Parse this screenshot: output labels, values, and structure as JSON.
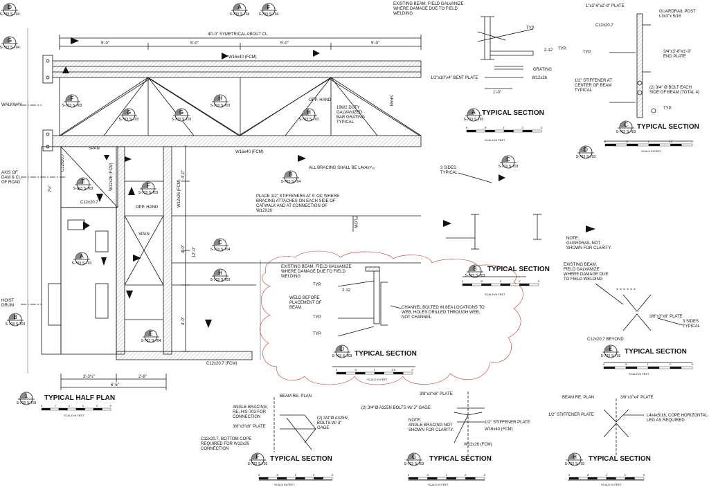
{
  "sheet": {
    "plan_title": "TYPICAL HALF PLAN",
    "scale_label": "SCALE IN FEET",
    "sheet_refs": {
      "s703": "S-703",
      "s704": "S-704"
    }
  },
  "plan": {
    "overall_dim": "40'-0\" SYMETRICAL ABOUT CL.",
    "bay_dims": [
      "5'-0\"",
      "5'-0\"",
      "5'-0\"",
      "5'-0\""
    ],
    "top_beam": "W16x40 (FCM)",
    "bottom_beam": "W16x40 (FCM)",
    "walkway": "WALKWAY",
    "axis": "AXIS OF\nDAM & CL.\nOF ROAD",
    "hoist": "HOIST\nDRUM",
    "grating_note": "19W2 DUTY\nGALVANIZED\nBAR GRATING\nTYPICAL",
    "opp_hand_1": "OPP. HAND",
    "opp_hand_2": "OPP. HAND",
    "span_1": "SPAN",
    "span_2": "SPAN",
    "span_3": "SPAN",
    "bracing_note": "ALL BRACING SHALL BE L4x4x⁵⁄₁₆",
    "stiffener_note": "PLACE 1/2\" STIFFENERS AT 5' OC WHERE\nBRACING ATTACHES ON EACH SIDE OF\nCATWALK AND AT CONNECTION OF\nW12X26",
    "c12_top": "C12x20.7",
    "c12_mid": "C12x20.7",
    "c12_bot": "C12x20.7 (FCM)",
    "w12_left": "W12x26 (FCM)",
    "w12_right": "W12x26 (FCM)",
    "dim_4ft_a": "4'-0\"",
    "dim_4ft_b": "4'-0\"",
    "dim_4ft_c": "4'-0\"",
    "dim_12ft": "12'-0\"",
    "dim_bot_a": "3'-3½\"",
    "dim_bot_b": "2'-8\"",
    "dim_bot_total": "6'-6\"",
    "dim_left": "7½\"",
    "flow": "FLOW"
  },
  "section_a": {
    "title": "TYPICAL SECTION",
    "letter": "A",
    "existing": "EXISTING BEAM, FIELD GALVANIZE\nWHERE DAMAGE DUE TO FIELD\nWELDING",
    "typ": "TYP.",
    "typ2": "TYP.",
    "weld": "2-12",
    "bent_plate": "1/2\"x10\"x4\" BENT PLATE",
    "grating": "GRATING",
    "beam": "W12x26",
    "dim": "1'-0\""
  },
  "section_b": {
    "title": "TYPICAL SECTION",
    "letter": "B",
    "existing": "EXISTING BEAM, FIELD GALVANIZE\nWHERE DAMAGE DUE TO FIELD\nWELDING",
    "weld_before": "WELD BEFORE\nPLACEMENT OF\nBEAM.",
    "channel": "CHANNEL BOLTED IN 8EA LOCATIONS TO\nWEB, HOLES DRILLED THROUGH WEB,\nNOT CHANNEL.",
    "typ": "TYP.",
    "typ2": "TYP.",
    "typ3": "TYP.",
    "weld": "2-12"
  },
  "section_c": {
    "title": "TYPICAL SECTION",
    "letter": "C",
    "plate": "1\"x3'-6\"x2'-8\" PLATE",
    "post": "GUARDRAIL POST\nL3x3\"x 5/16",
    "channel": "C12x20.7",
    "end_plate": "3/4\"x3'-6\"x1'-3\"\nEND PLATE",
    "stiffener": "1/2\" STIFFENER AT\nCENTER OF BEAM\nTYPICAL",
    "bolts": "(2) 3/4\" Ø BOLT EACH\nSIDE OF BEAM (TOTAL 4)",
    "typ": "TYP.",
    "typ2": "TYP."
  },
  "section_d": {
    "title": "TYPICAL SECTION",
    "letter": "D",
    "three_sides": "3 SIDES\nTYPICAL",
    "note": "NOTE:\nGUARDRAIL NOT\nSHOWN FOR CLARITY."
  },
  "section_e": {
    "title": "TYPICAL SECTION",
    "letter": "E",
    "existing": "EXISTING BEAM,\nFIELD GALVANIZE\nWHERE DAMAGE DUE\nTO FIELD WELDING",
    "plate": "3/8\"x3\"x6\" PLATE",
    "three_sides": "3 SIDES\nTYPICAL",
    "beyond": "C12x20.7 BEYOND"
  },
  "section_f": {
    "title": "TYPICAL SECTION",
    "letter": "F",
    "beam_re": "BEAM RE; PLAN",
    "angle": "ANGLE BRACING,\nRE; H/S-703 FOR\nCONNECTION",
    "plate": "3/8\"x3\"x6\" PLATE",
    "bolts": "(2) 3/4\"Ø A325N\nBOLTS W/ 3\"\nGAGE",
    "cope": "C12x20.7, BOTTOM COPE\nREQUIRED FOR W12x26\nCONNECTION"
  },
  "section_g": {
    "title": "TYPICAL SECTION",
    "letter": "G",
    "plate": "3/8\"x3\"x6\" PLATE",
    "bolts": "(2) 3/4\"Ø A325N BOLTS W/ 3\" GAGE",
    "stiffener": "1/2\" STIFFENER PLATE",
    "w16": "W16x40 (FCM)",
    "note": "NOTE:\nANGLE BRACING NOT\nSHOWN FOR CLARITY.",
    "w12": "W12x26 (FCM)"
  },
  "section_h": {
    "title": "TYPICAL SECTION",
    "letter": "H",
    "beam_re": "BEAM RE; PLAN",
    "plate": "3/8\"x3\"x4\" PLATE",
    "stiffener": "1/2\" STIFFENER PLATE",
    "angle": "L4x4x5/16, COPE HORIZONTAL\nLEG AS REQUIRED"
  },
  "markers": {
    "A": "A",
    "B": "B",
    "C": "C",
    "D": "D",
    "E": "E",
    "F": "F",
    "G": "G",
    "H": "H",
    "one": "1"
  },
  "scale_ticks_a": [
    "0",
    ".5'",
    "1'",
    "2'",
    "3'"
  ],
  "scale_ticks_c": [
    "0",
    ".5'",
    "1'",
    "1.5'",
    "2'"
  ],
  "scale_ticks_plan": [
    "0",
    "1'",
    "2'",
    "3'",
    "4'",
    "5'"
  ],
  "colors": {
    "ink": "#111111",
    "cloud": "#c0392b",
    "hatch": "#555555"
  }
}
